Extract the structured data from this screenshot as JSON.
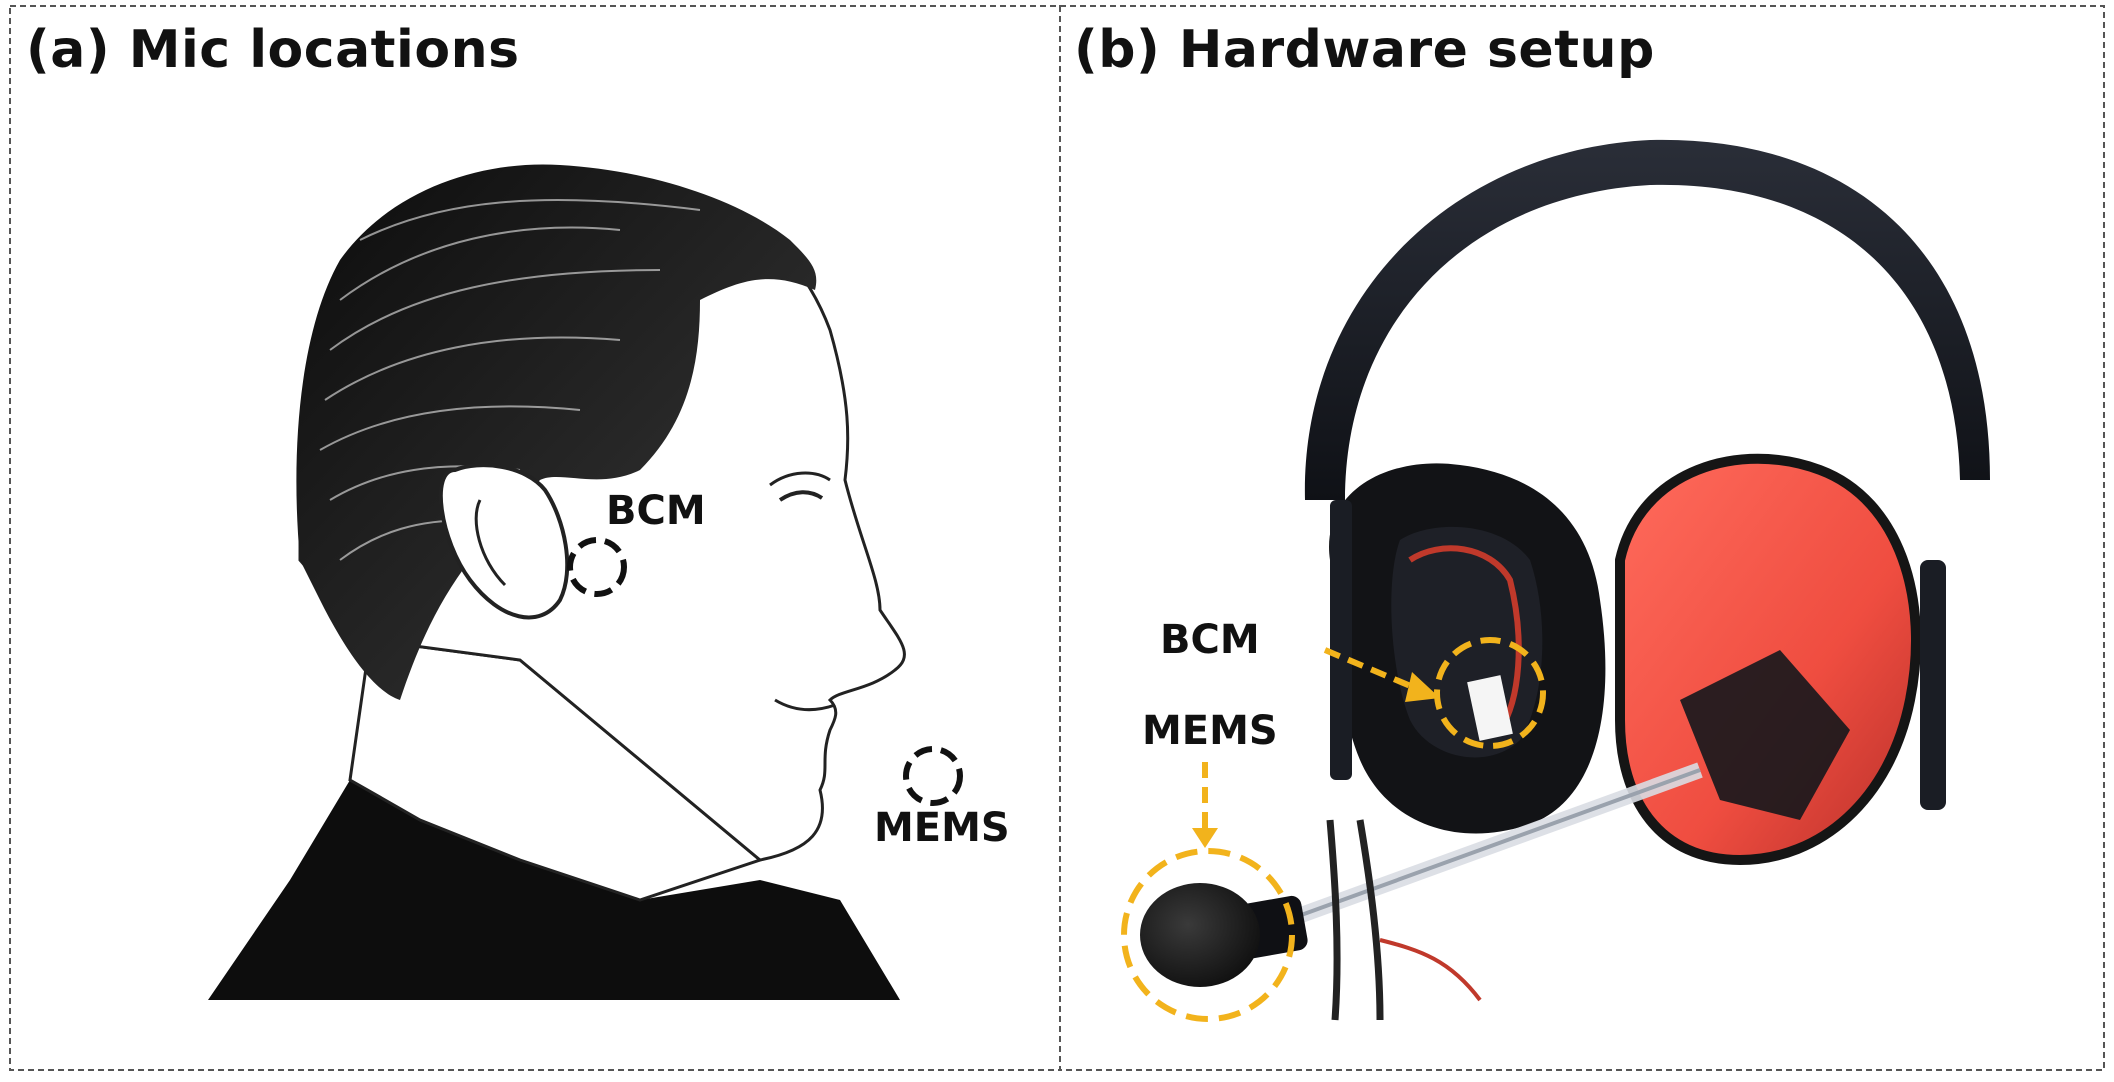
{
  "panels": {
    "a": {
      "title": "(a) Mic locations",
      "bcm_label": "BCM",
      "mems_label": "MEMS"
    },
    "b": {
      "title": "(b) Hardware setup",
      "bcm_label": "BCM",
      "mems_label": "MEMS"
    }
  },
  "colors": {
    "frame": "#555555",
    "marker_a": "#111111",
    "marker_b": "#f2b31c",
    "headphone_shell": "#f0584a",
    "headband": "#1a1d24"
  }
}
